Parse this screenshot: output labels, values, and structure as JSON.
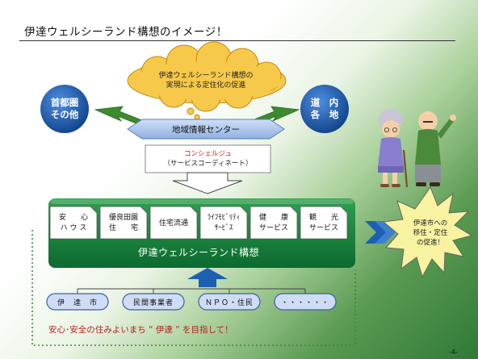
{
  "title": "伊達ウェルシーランド構想のイメージ！",
  "cloud": "伊達ウェルシーランド構想の\n実現による定住化の促進",
  "left_bubble": "首都圏\nその他",
  "right_bubble": "道　内\n各　地",
  "center": "地域情報センター",
  "concierge_title": "コンシェルジュ",
  "concierge_sub": "（サービスコーディネート）",
  "services": [
    "安　　心\nハ ウ ス",
    "優良田園\n住　　宅",
    "住宅流通",
    "ﾗｲﾌﾓﾋﾞﾘﾃｨ\nｻｰﾋﾞｽ",
    "健　　康\nサービス",
    "観　　光\nサービス"
  ],
  "main_bar": "伊達ウェルシーランド構想",
  "stakeholders": [
    "伊　達　市",
    "民間事業者",
    "ＮＰＯ・住民",
    "・・・・・・"
  ],
  "slogan": "安心･安全の住みよいまち “ 伊達 ” を目指して！",
  "burst": "伊達市への\n移住・定住\nの促進！",
  "page_number": "-4-",
  "colors": {
    "bubble_blue": "#1d5fb3",
    "hexagon_blue": "#a9c4ea",
    "bar_green": "#12793a",
    "cloud_yellow": "#f7c94a",
    "slogan_red": "#b71c1c",
    "pill_fill": "#cfdcf5"
  }
}
